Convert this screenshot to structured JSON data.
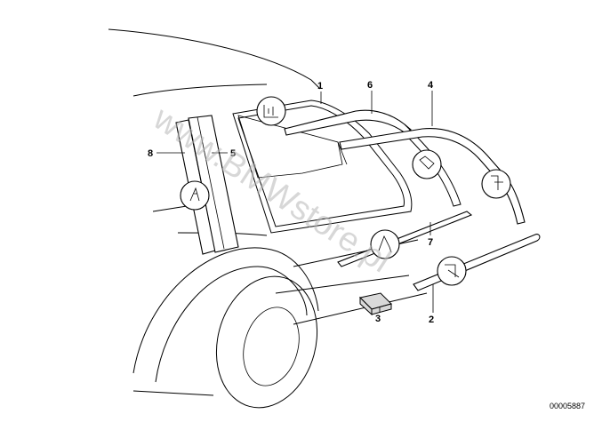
{
  "callouts": {
    "p1": "1",
    "p2": "2",
    "p3": "3",
    "p4": "4",
    "p5": "5",
    "p6": "6",
    "p7": "7",
    "p8": "8"
  },
  "watermark": "www.BMWstore.pl",
  "document_number": "00005887"
}
